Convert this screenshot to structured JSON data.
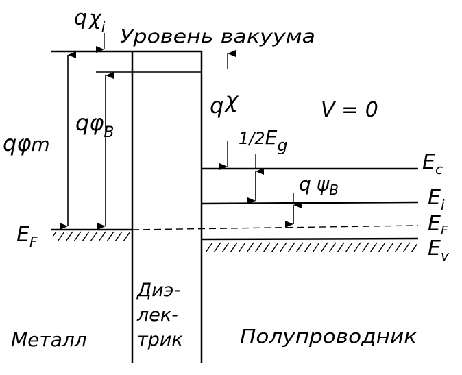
{
  "diagram": {
    "vacuum_level": "Уровень вакуума",
    "q_chi_i": {
      "q": "q",
      "chi": "χ",
      "sub": "i"
    },
    "q_phi_m": {
      "q": "q",
      "phi": "φ",
      "sub": "m"
    },
    "q_phi_B": {
      "q": "q",
      "phi": "φ",
      "sub": "B"
    },
    "q_chi": {
      "q": "q",
      "chi": "χ"
    },
    "half_Eg": {
      "frac": "1/2",
      "E": "E",
      "sub": "g"
    },
    "q_psi_B": {
      "q": "q",
      "psi": "ψ",
      "sub": "B"
    },
    "bias": "V = 0",
    "E_C": {
      "E": "E",
      "sub": "c"
    },
    "E_i": {
      "E": "E",
      "sub": "i"
    },
    "E_F_semi": {
      "E": "E",
      "sub": "F"
    },
    "E_V": {
      "E": "E",
      "sub": "v"
    },
    "E_F_metal": {
      "E": "E",
      "sub": "F"
    },
    "region_metal": "Металл",
    "region_dielectric": [
      "Диэ-",
      "лек-",
      "трик"
    ],
    "region_semiconductor": "Полупроводник"
  },
  "colors": {
    "ink": "#000000",
    "paper": "#ffffff"
  }
}
